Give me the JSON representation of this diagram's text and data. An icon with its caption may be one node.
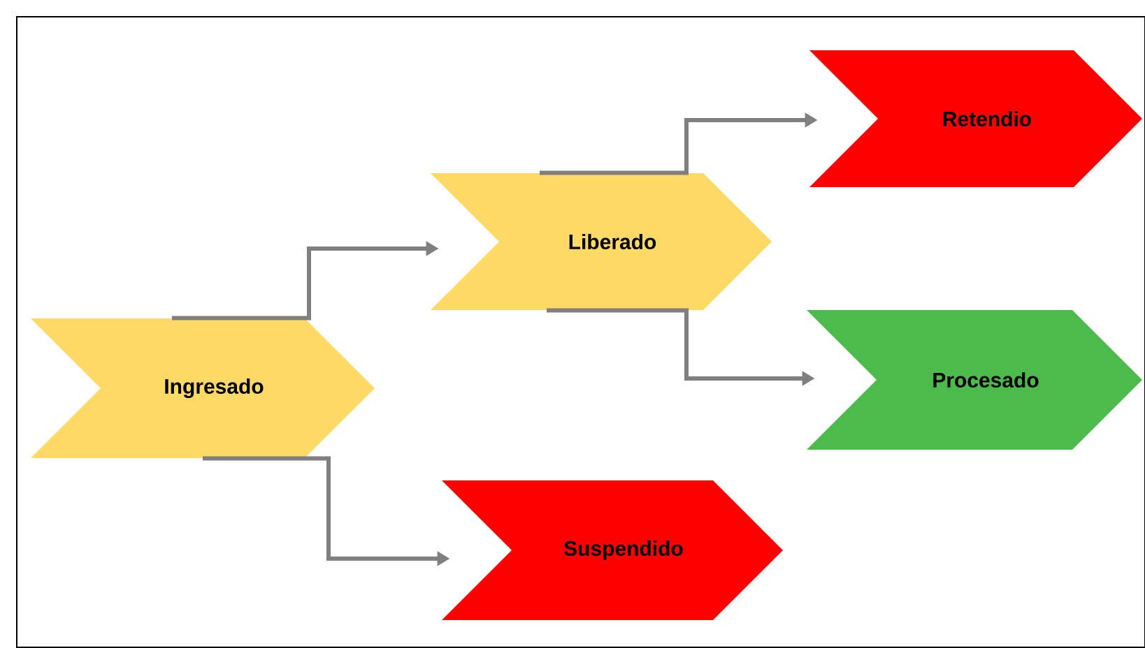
{
  "diagram": {
    "nodes": [
      {
        "text": [
          "Ingresado"
        ]
      },
      {
        "text": [
          "Liberado"
        ]
      },
      {
        "text": [
          "Retendio"
        ]
      },
      {
        "text": [
          "Procesado"
        ]
      },
      {
        "text": [
          "Suspendido"
        ]
      }
    ],
    "edges": [
      {
        "from": 0,
        "to": 1,
        "arrow": "to"
      },
      {
        "from": 1,
        "to": 2,
        "arrow": "to"
      },
      {
        "from": 1,
        "to": 3,
        "arrow": "to"
      },
      {
        "from": 0,
        "to": 4,
        "arrow": "to"
      }
    ]
  }
}
